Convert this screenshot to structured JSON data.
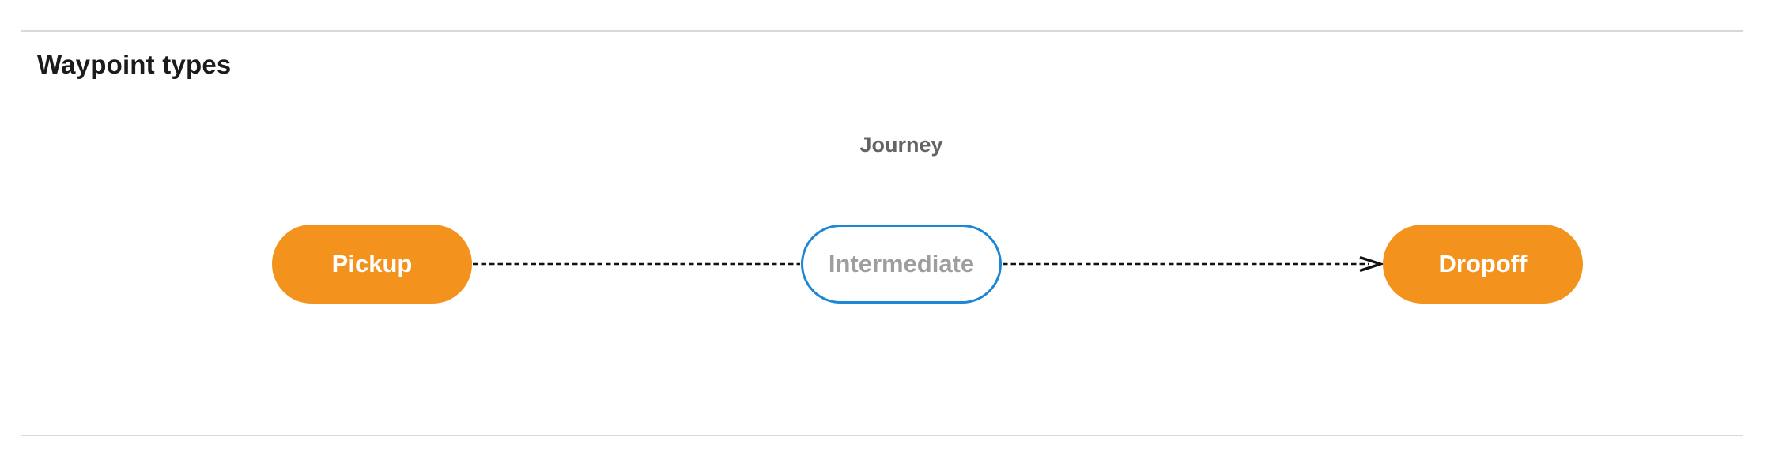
{
  "section": {
    "title": "Waypoint types"
  },
  "diagram": {
    "title": "Journey",
    "nodes": [
      {
        "id": "pickup",
        "label": "Pickup",
        "type": "endpoint"
      },
      {
        "id": "intermediate",
        "label": "Intermediate",
        "type": "intermediate"
      },
      {
        "id": "dropoff",
        "label": "Dropoff",
        "type": "endpoint"
      }
    ],
    "edges": [
      {
        "from": "pickup",
        "to": "intermediate",
        "style": "dashed",
        "arrowhead": false
      },
      {
        "from": "intermediate",
        "to": "dropoff",
        "style": "dashed",
        "arrowhead": true
      }
    ]
  },
  "colors": {
    "endpoint_fill": "#F3931E",
    "endpoint_text": "#FFFFFF",
    "intermediate_border": "#1E87D5",
    "intermediate_text": "#9E9E9E",
    "journey_title": "#646464",
    "heading_text": "#1B1B1B",
    "edge": "#111111",
    "divider": "#D8D8D8"
  }
}
